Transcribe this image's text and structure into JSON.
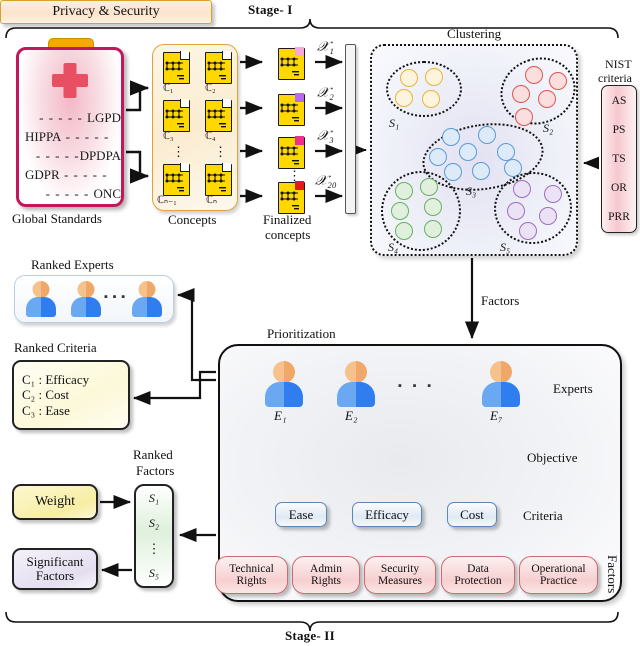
{
  "stages": {
    "stage1": "Stage- I",
    "stage2": "Stage- II"
  },
  "standards": {
    "caption": "Global Standards",
    "items": [
      "LGPD",
      "HIPPA",
      "DPDPA",
      "GDPR",
      "ONC"
    ]
  },
  "concepts": {
    "caption": "Concepts",
    "labels": [
      "ℂ₁",
      "ℂ₂",
      "ℂ₃",
      "ℂ₄",
      "ℂₙ₋₁",
      "ℂₙ"
    ],
    "vdots": "⋮"
  },
  "finalized": {
    "caption_line1": "Finalized",
    "caption_line2": "concepts",
    "x_labels": [
      "𝒳₁",
      "𝒳₂",
      "𝒳₃",
      "𝒳₂₀"
    ],
    "vdots": "⋮"
  },
  "clustering": {
    "title": "Clustering",
    "clusters": [
      {
        "id": "S₁",
        "color": "#e8b33a",
        "fill": "#fdf4dd",
        "count": 4
      },
      {
        "id": "S₂",
        "color": "#e05555",
        "fill": "#fbdede",
        "count": 5
      },
      {
        "id": "S₃",
        "color": "#5b9bd5",
        "fill": "#ddeaf8",
        "count": 8
      },
      {
        "id": "S₄",
        "color": "#69b063",
        "fill": "#e0f0dd",
        "count": 6
      },
      {
        "id": "S₅",
        "color": "#9b6fc0",
        "fill": "#ece2f5",
        "count": 5
      }
    ]
  },
  "nist": {
    "caption_line1": "NIST",
    "caption_line2": "criteria",
    "items": [
      "AS",
      "PS",
      "TS",
      "OR",
      "PRR"
    ]
  },
  "factors_arrow_label": "Factors",
  "ranked_experts": {
    "caption": "Ranked Experts",
    "ellipsis": "▪ ▪ ▪"
  },
  "ranked_criteria": {
    "caption": "Ranked Criteria",
    "items": [
      "C₁ : Efficacy",
      "C₂ : Cost",
      "C₃ : Ease"
    ]
  },
  "ranked_factors": {
    "caption_line1": "Ranked",
    "caption_line2": "Factors",
    "top": [
      "S₁",
      "S₂"
    ],
    "dots": "⋮",
    "bottom": "S₅"
  },
  "weight_box": "Weight",
  "significant_box_line1": "Significant",
  "significant_box_line2": "Factors",
  "prioritization": {
    "title": "Prioritization",
    "experts_label": "Experts",
    "objective_label": "Objective",
    "criteria_label": "Criteria",
    "factors_label": "Factors",
    "expert_ids": [
      "E₁",
      "E₂",
      "E₇"
    ],
    "expert_ellipsis": "▪ ▪ ▪",
    "objective": "Privacy & Security",
    "criteria": [
      "Ease",
      "Efficacy",
      "Cost"
    ],
    "factors": [
      {
        "l1": "Technical",
        "l2": "Rights"
      },
      {
        "l1": "Admin",
        "l2": "Rights"
      },
      {
        "l1": "Security",
        "l2": "Measures"
      },
      {
        "l1": "Data",
        "l2": "Protection"
      },
      {
        "l1": "Operational",
        "l2": "Practice"
      }
    ]
  },
  "colors": {
    "clipboard_border": "#c2185b",
    "cross": "#e84f63",
    "concept_doc": "#ffd800",
    "objective_border": "#d9a12a",
    "criteria_border": "#5b86b8",
    "factor_border": "#c96b72"
  }
}
